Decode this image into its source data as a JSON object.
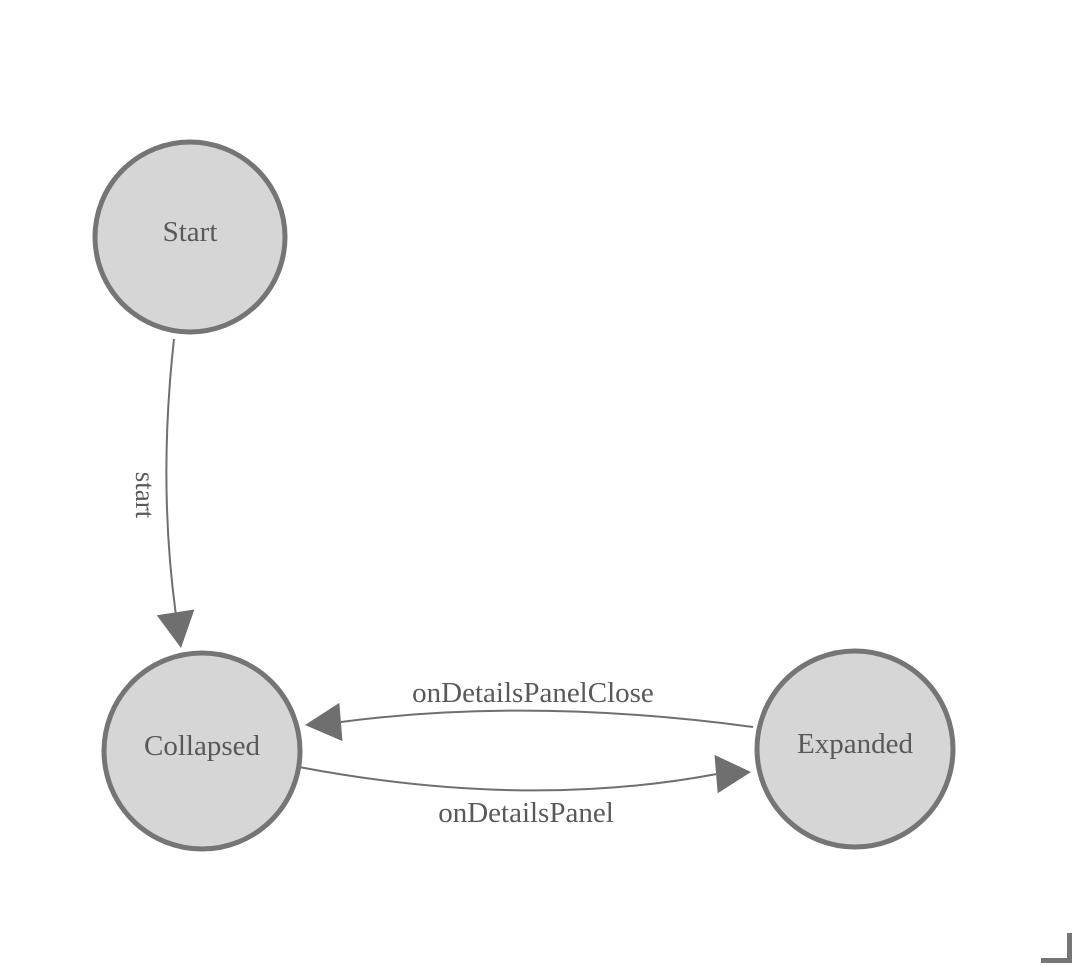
{
  "diagram": {
    "type": "state-machine",
    "colors": {
      "background": "#ffffff",
      "node_fill": "#d6d6d6",
      "node_stroke": "#757575",
      "edge_stroke": "#6f6f6f",
      "arrow_fill": "#6f6f6f",
      "label_text": "#58595b",
      "corner_mark": "#757575"
    },
    "nodes": [
      {
        "id": "start",
        "label": "Start"
      },
      {
        "id": "collapsed",
        "label": "Collapsed"
      },
      {
        "id": "expanded",
        "label": "Expanded"
      }
    ],
    "edges": [
      {
        "id": "start-transition",
        "label": "start",
        "from": "Start",
        "to": "Collapsed"
      },
      {
        "id": "on-details-panel-close",
        "label": "onDetailsPanelClose",
        "from": "Expanded",
        "to": "Collapsed"
      },
      {
        "id": "on-details-panel",
        "label": "onDetailsPanel",
        "from": "Collapsed",
        "to": "Expanded"
      }
    ]
  }
}
